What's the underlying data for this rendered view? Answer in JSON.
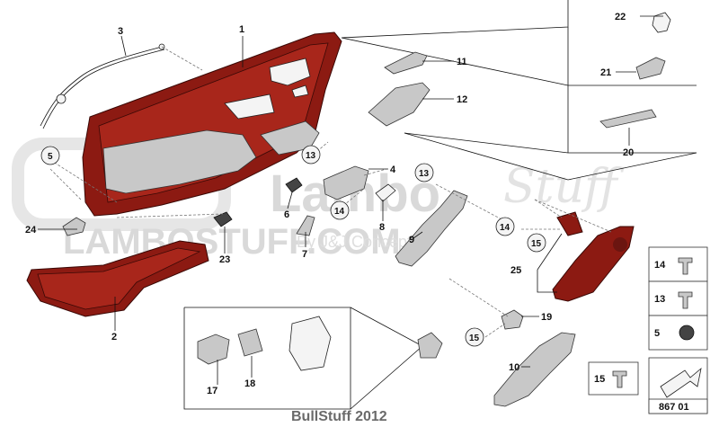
{
  "watermark": {
    "brand_main": "Lambo",
    "brand_script": "Stuff",
    "brand_url": "LAMBOSTUFF.COM",
    "brand_sub": "By J&J Concepts"
  },
  "callouts": {
    "p1": "1",
    "p2": "2",
    "p3": "3",
    "p4": "4",
    "p5": "5",
    "p6": "6",
    "p7": "7",
    "p8": "8",
    "p9": "9",
    "p10": "10",
    "p11": "11",
    "p12": "12",
    "p17": "17",
    "p18": "18",
    "p19": "19",
    "p20": "20",
    "p21": "21",
    "p22": "22",
    "p23": "23",
    "p24": "24",
    "p25": "25"
  },
  "circled_refs": {
    "c5": "5",
    "c13a": "13",
    "c13b": "13",
    "c14a": "14",
    "c14b": "14",
    "c15a": "15",
    "c15b": "15"
  },
  "legend_boxes": {
    "b14": "14",
    "b13": "13",
    "b5": "5",
    "b15": "15"
  },
  "diagram_ref": "867 01",
  "caption": "BullStuff 2012"
}
